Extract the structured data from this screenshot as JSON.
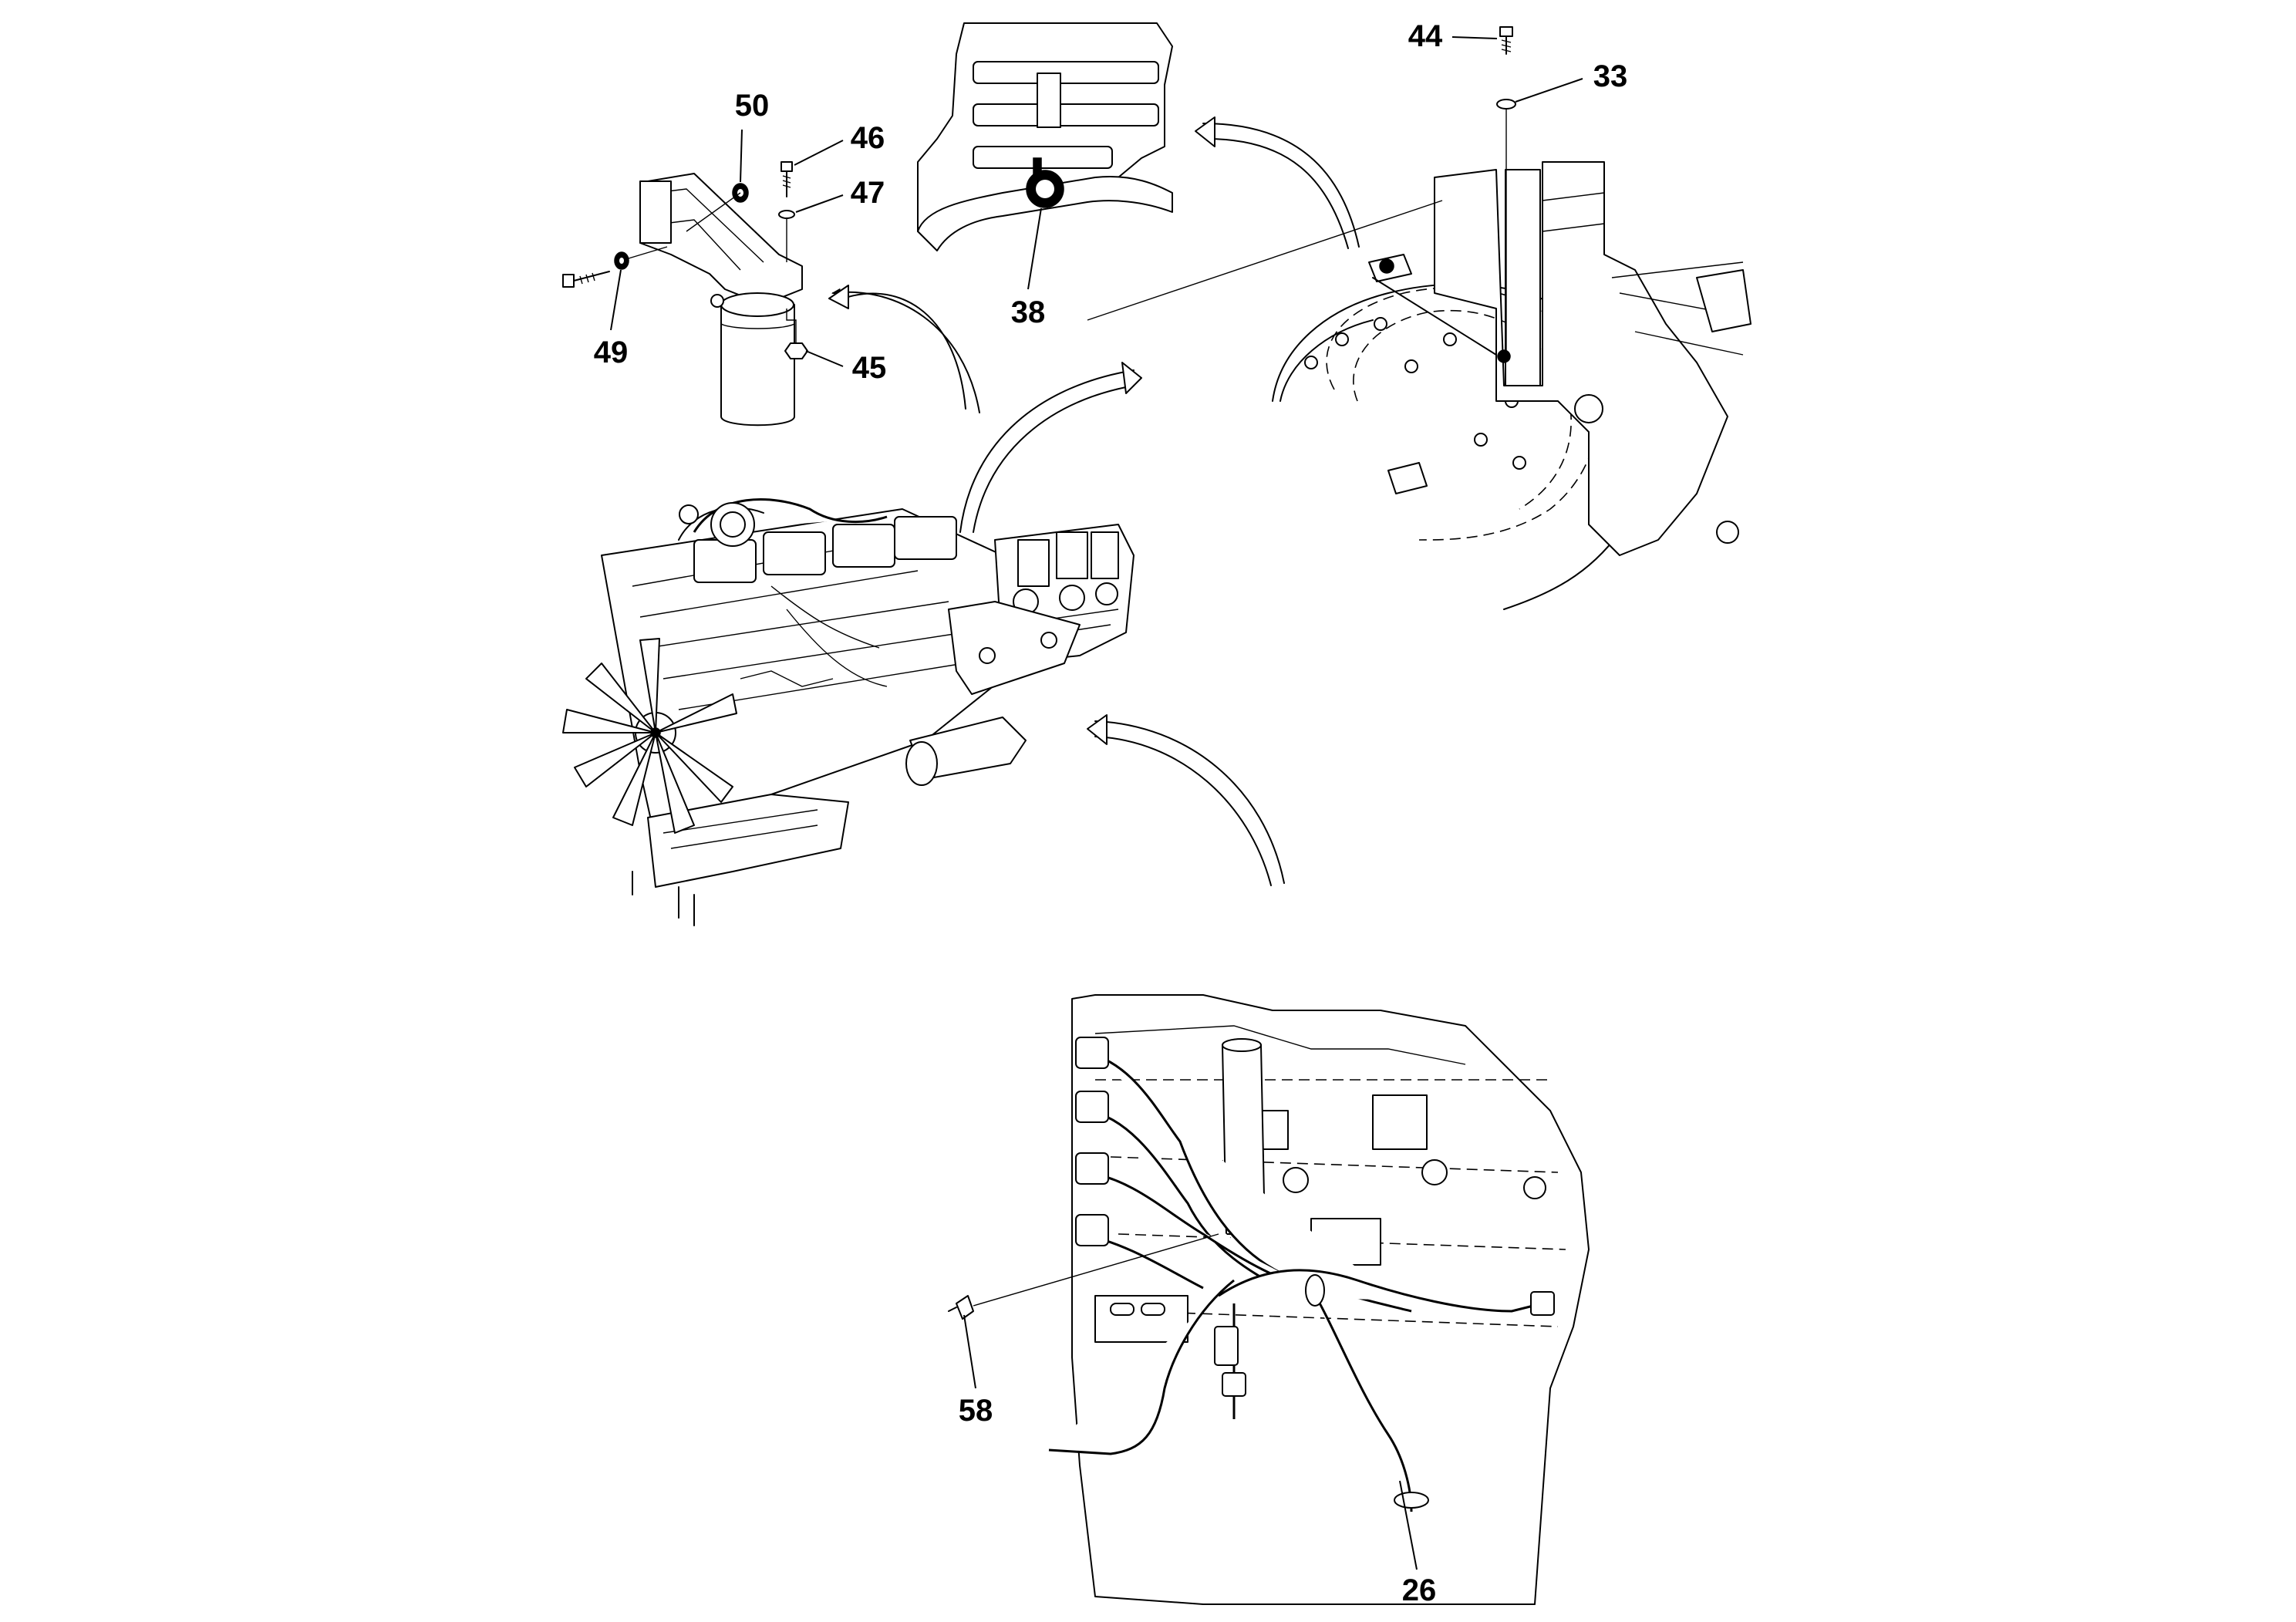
{
  "figure": {
    "type": "exploded parts diagram",
    "line_color": "#000000",
    "background": "#ffffff"
  },
  "callouts": {
    "c26": "26",
    "c33": "33",
    "c38": "38",
    "c44": "44",
    "c45": "45",
    "c46": "46",
    "c47": "47",
    "c49": "49",
    "c50": "50",
    "c58": "58"
  }
}
